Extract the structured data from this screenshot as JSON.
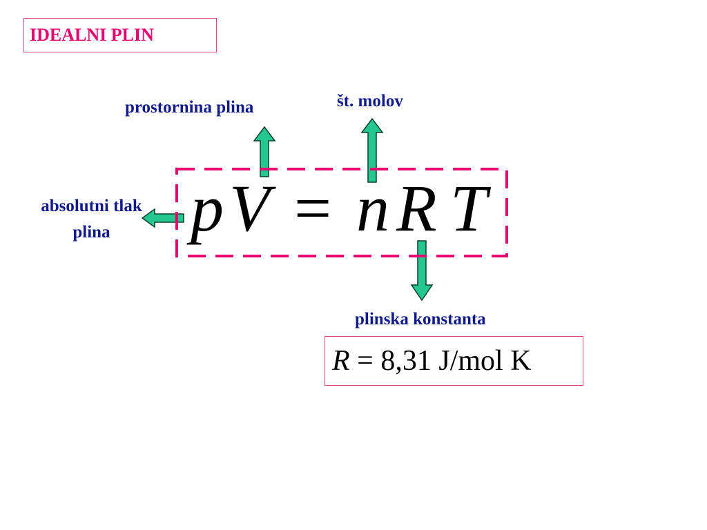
{
  "title": "IDEALNI PLIN",
  "labels": {
    "volume": "prostornina plina",
    "moles": "št. molov",
    "pressure": "absolutni tlak plina",
    "constant": "plinska konstanta"
  },
  "equation": {
    "p": "p",
    "V": "V",
    "equals": "=",
    "n": "n",
    "R": "R",
    "T": "T"
  },
  "constant": {
    "symbol": "R",
    "equals": " = ",
    "value": "8,31 J/mol K"
  },
  "colors": {
    "title": "#e8006f",
    "label": "#101a8c",
    "dash_border": "#e8006f",
    "arrow_fill": "#22c88f",
    "box_border": "#e0457b"
  }
}
